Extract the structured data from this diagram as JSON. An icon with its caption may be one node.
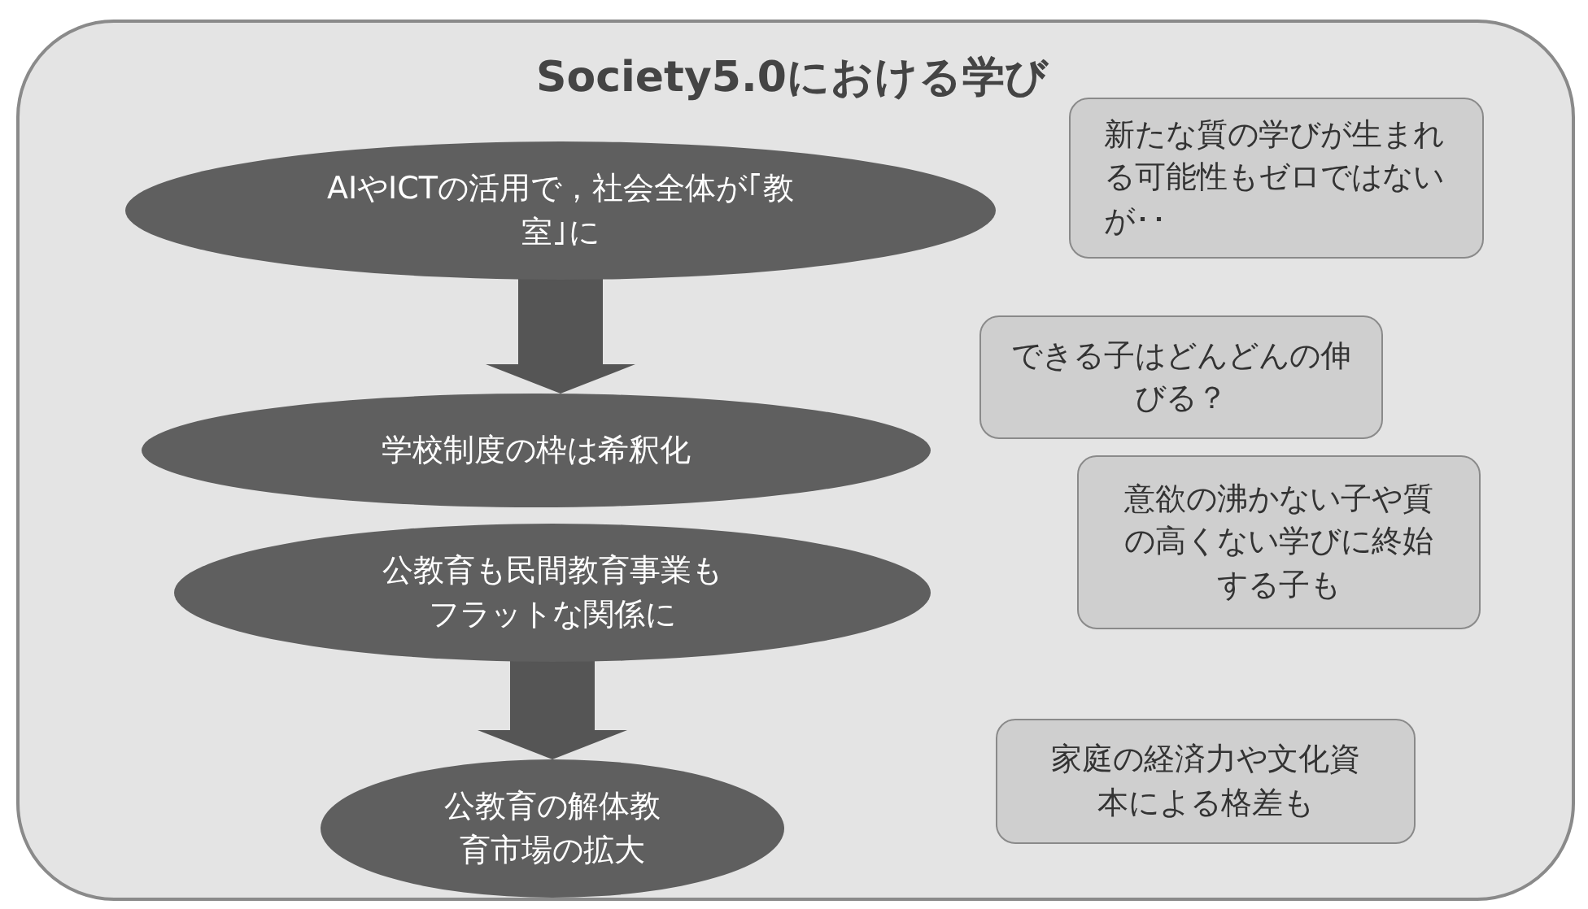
{
  "diagram": {
    "nodes": [
      {
        "text": [
          "Society5.0における学び"
        ]
      },
      {
        "text": [
          "AIやICTの活用で，社会全体が｢教室｣に"
        ],
        "in": 0
      },
      {
        "text": [
          "学校制度の枠は希釈化"
        ],
        "in": 0
      },
      {
        "text": [
          "公教育も民間教育事業もフラットな関係に"
        ],
        "in": 0
      },
      {
        "text": [
          "公教育の解体教育市場の拡大"
        ],
        "in": 0
      },
      {
        "text": [
          "新たな質の学びが生まれる可能性もゼロではないが･･"
        ],
        "in": 0
      },
      {
        "text": [
          "できる子はどんどんの伸びる？"
        ],
        "in": 0
      },
      {
        "text": [
          "意欲の沸かない子や質の高くない学びに終始する子も"
        ],
        "in": 0
      },
      {
        "text": [
          "家庭の経済力や文化資本による格差も"
        ],
        "in": 0
      }
    ],
    "edges": [
      {
        "from": 1,
        "to": 2,
        "arrow": "to"
      },
      {
        "from": 3,
        "to": 4,
        "arrow": "to"
      }
    ]
  }
}
